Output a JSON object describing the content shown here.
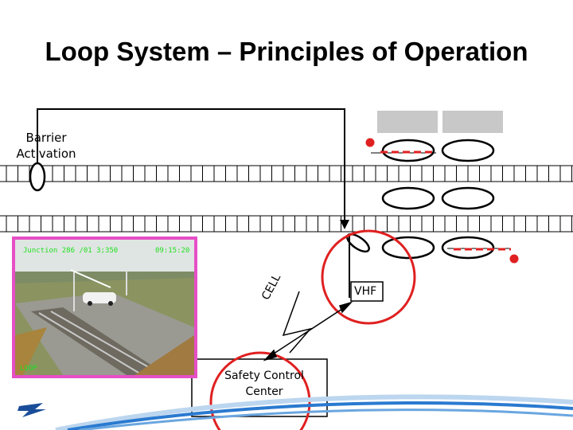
{
  "slide": {
    "title": "Loop System – Principles of Operation"
  },
  "labels": {
    "barrier_activation": "Barrier Activation",
    "vhf": "VHF",
    "cell": "CELL",
    "safety_control_center": "Safety Control Center"
  },
  "camera": {
    "junction": "Junction 286 /01 3;350",
    "time": "09:15:20",
    "mode": "LOOP"
  },
  "colors": {
    "accent_red": "#e02020",
    "camera_frame": "#e64fc6",
    "train_car": "#c8c8c8",
    "footer_blue": "#2a7ad0"
  }
}
